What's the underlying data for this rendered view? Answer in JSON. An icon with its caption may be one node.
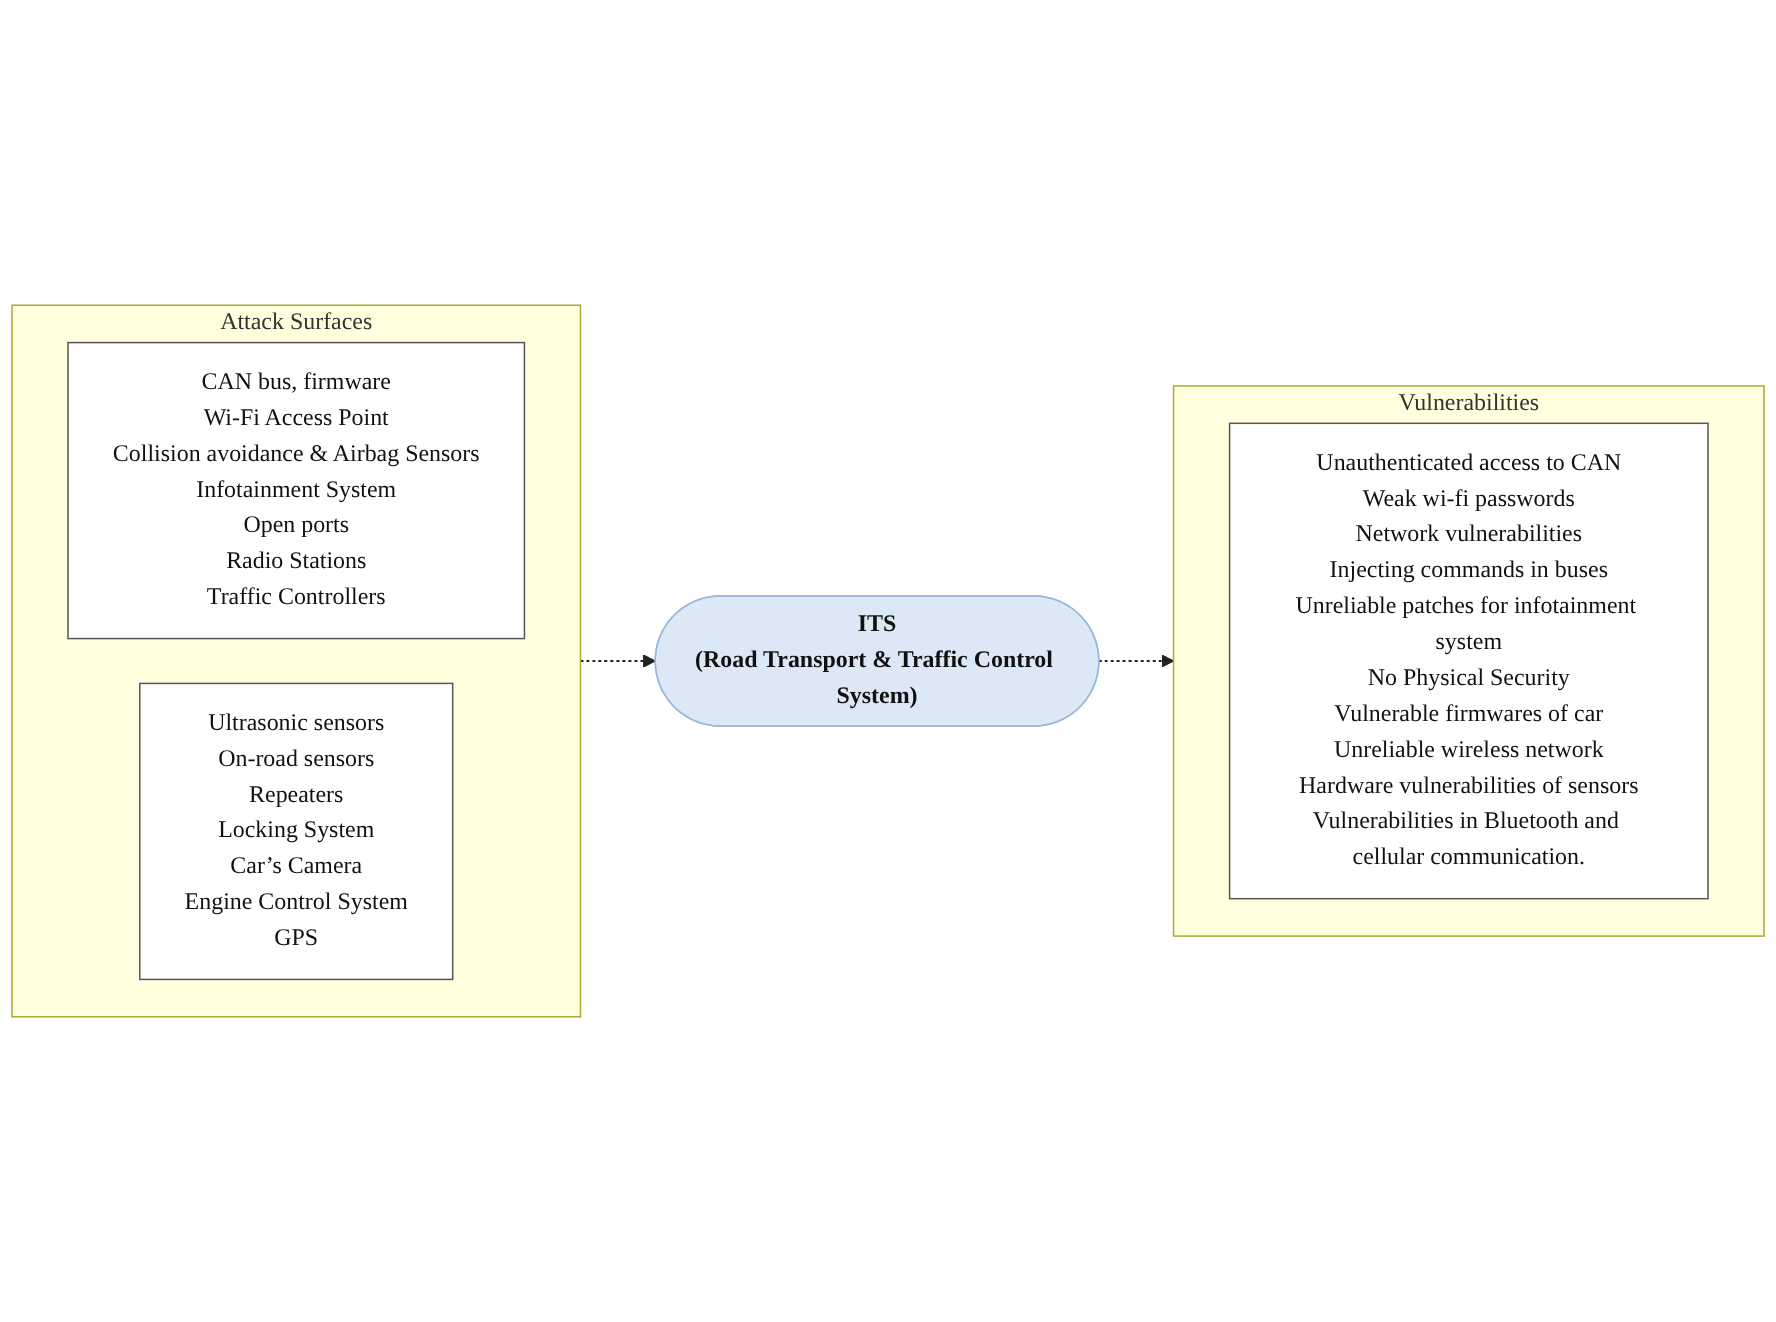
{
  "diagram": {
    "nodes": [
      {
        "text": [
          "Attack Surfaces"
        ]
      },
      {
        "text": [
          "CAN bus, firmware",
          "Wi-Fi Access Point",
          "Collision avoidance & Airbag Sensors",
          "Infotainment System",
          "Open ports",
          "Radio Stations",
          "Traffic Controllers"
        ],
        "in": 0
      },
      {
        "text": [
          "Ultrasonic sensors",
          "On-road sensors",
          "Repeaters",
          "Locking System",
          "Car’s Camera",
          "Engine Control System",
          "GPS"
        ],
        "in": 0
      },
      {
        "text": [
          "ITS",
          "(Road Transport & Traffic Control System)"
        ]
      },
      {
        "text": [
          "Vulnerabilities"
        ]
      },
      {
        "text": [
          "Unauthenticated access to CAN",
          "Weak wi-fi passwords",
          "Network vulnerabilities",
          "Injecting commands in buses",
          "Unreliable patches for infotainment system",
          "No Physical Security",
          "Vulnerable firmwares of car",
          "Unreliable wireless network",
          "Hardware vulnerabilities of sensors",
          "Vulnerabilities in Bluetooth and cellular communication."
        ],
        "in": 4
      }
    ],
    "edges": [
      {
        "from": 0,
        "to": 3,
        "arrow": "to",
        "style": "dashed"
      },
      {
        "from": 3,
        "to": 4,
        "arrow": "to",
        "style": "dashed"
      }
    ]
  }
}
